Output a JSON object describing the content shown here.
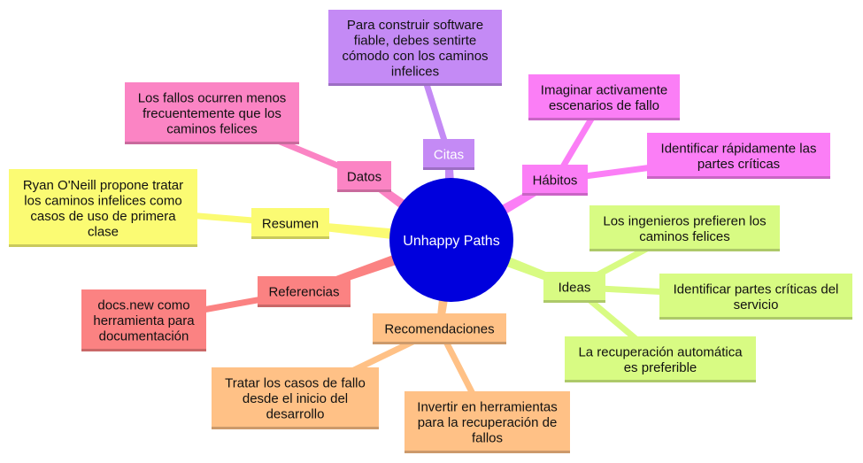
{
  "root": {
    "label": "Unhappy Paths",
    "color": "#0000dd"
  },
  "branches": {
    "citas": {
      "label": "Citas",
      "color": "#c48af5",
      "children": [
        {
          "lines": [
            "Para construir software",
            "fiable, debes sentirte",
            "cómodo con los caminos",
            "infelices"
          ]
        }
      ]
    },
    "habitos": {
      "label": "Hábitos",
      "color": "#fb7ef6",
      "children": [
        {
          "lines": [
            "Imaginar activamente",
            "escenarios de fallo"
          ]
        },
        {
          "lines": [
            "Identificar rápidamente las",
            "partes críticas"
          ]
        }
      ]
    },
    "ideas": {
      "label": "Ideas",
      "color": "#d8fb83",
      "children": [
        {
          "lines": [
            "Los ingenieros prefieren los",
            "caminos felices"
          ]
        },
        {
          "lines": [
            "Identificar partes críticas del",
            "servicio"
          ]
        },
        {
          "lines": [
            "La recuperación automática",
            "es preferible"
          ]
        }
      ]
    },
    "recomendaciones": {
      "label": "Recomendaciones",
      "color": "#ffc186",
      "children": [
        {
          "lines": [
            "Tratar los casos de fallo",
            "desde el inicio del",
            "desarrollo"
          ]
        },
        {
          "lines": [
            "Invertir en herramientas",
            "para la recuperación de",
            "fallos"
          ]
        }
      ]
    },
    "referencias": {
      "label": "Referencias",
      "color": "#fb8282",
      "children": [
        {
          "lines": [
            "docs.new como",
            "herramienta para",
            "documentación"
          ]
        }
      ]
    },
    "resumen": {
      "label": "Resumen",
      "color": "#fbfb73",
      "children": [
        {
          "lines": [
            "Ryan O'Neill propone tratar",
            "los caminos infelices como",
            "casos de uso de primera",
            "clase"
          ]
        }
      ]
    },
    "datos": {
      "label": "Datos",
      "color": "#fb84c4",
      "children": [
        {
          "lines": [
            "Los fallos ocurren menos",
            "frecuentemente que los",
            "caminos felices"
          ]
        }
      ]
    }
  }
}
